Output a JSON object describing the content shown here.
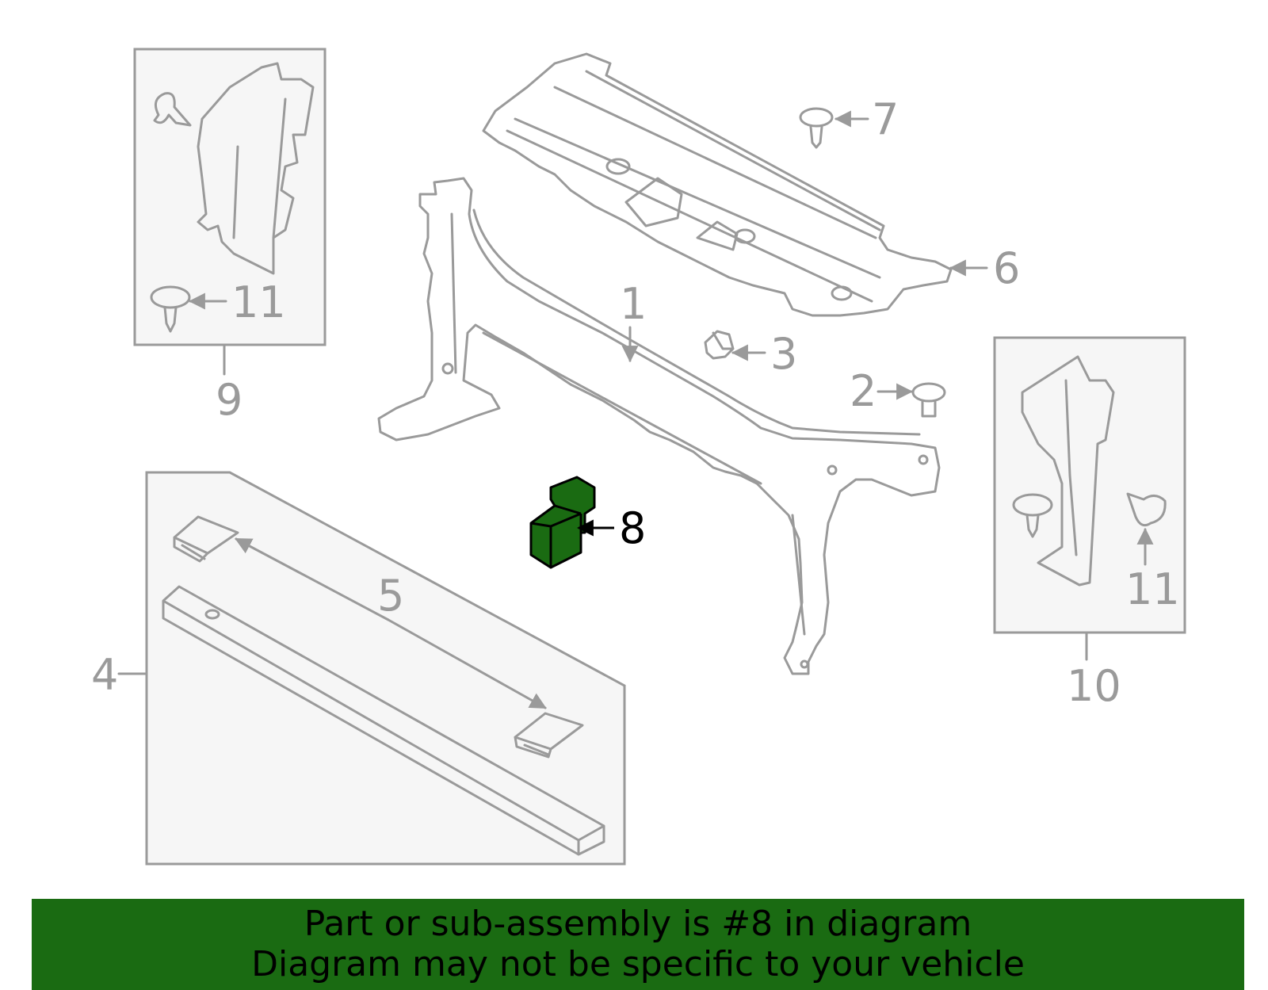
{
  "callouts": {
    "c1": "1",
    "c2": "2",
    "c3": "3",
    "c4": "4",
    "c5": "5",
    "c6": "6",
    "c7": "7",
    "c8": "8",
    "c9": "9",
    "c10": "10",
    "c11a": "11",
    "c11b": "11"
  },
  "highlight": {
    "part_number": "8",
    "color": "#1a6b12"
  },
  "banner": {
    "line1": "Part or sub-assembly is #8 in diagram",
    "line2": "Diagram may not be specific to your vehicle",
    "background": "#1a6b12"
  }
}
